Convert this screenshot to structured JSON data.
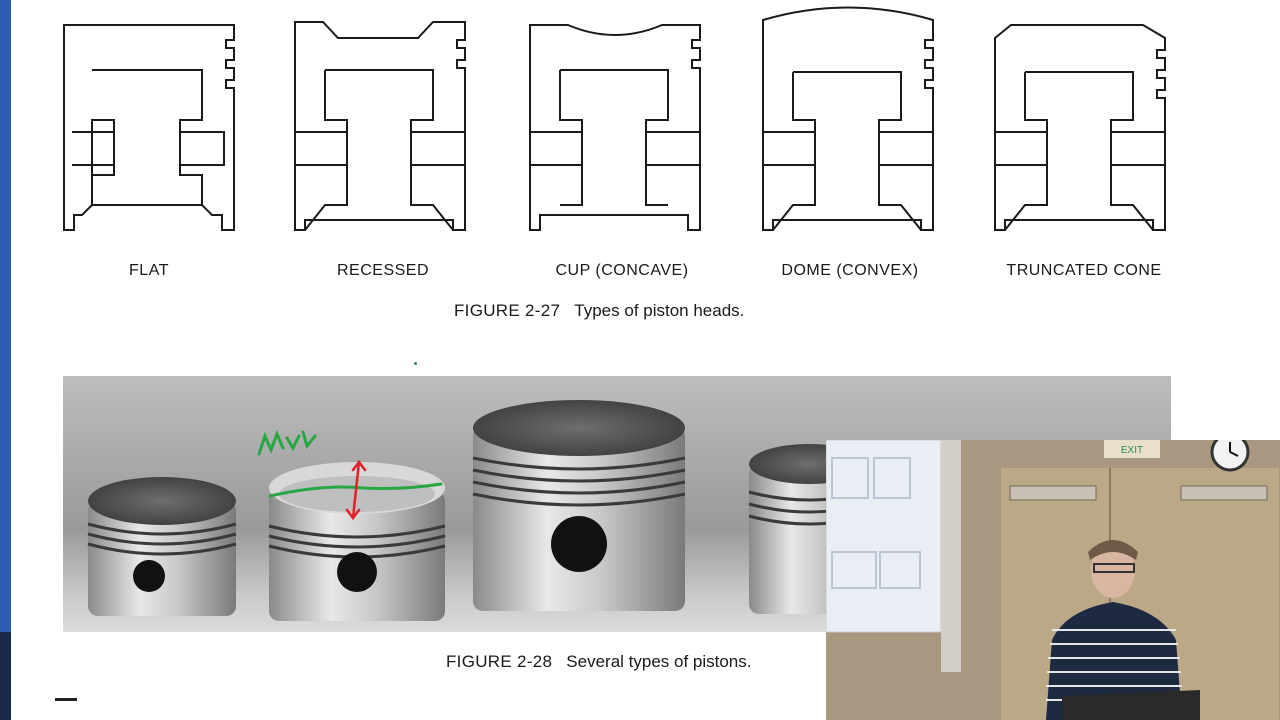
{
  "figure_top": {
    "labels": [
      "FLAT",
      "RECESSED",
      "CUP (CONCAVE)",
      "DOME (CONVEX)",
      "TRUNCATED CONE"
    ],
    "number": "FIGURE 2-27",
    "caption": "Types of piston heads."
  },
  "figure_bottom": {
    "number": "FIGURE 2-28",
    "caption": "Several types of pistons.",
    "annotation_text": "muℓ"
  },
  "video": {
    "exit_sign": "EXIT"
  },
  "colors": {
    "left_bar": "#2e5cae",
    "annotation_green": "#27a744",
    "annotation_red": "#e0202a"
  }
}
